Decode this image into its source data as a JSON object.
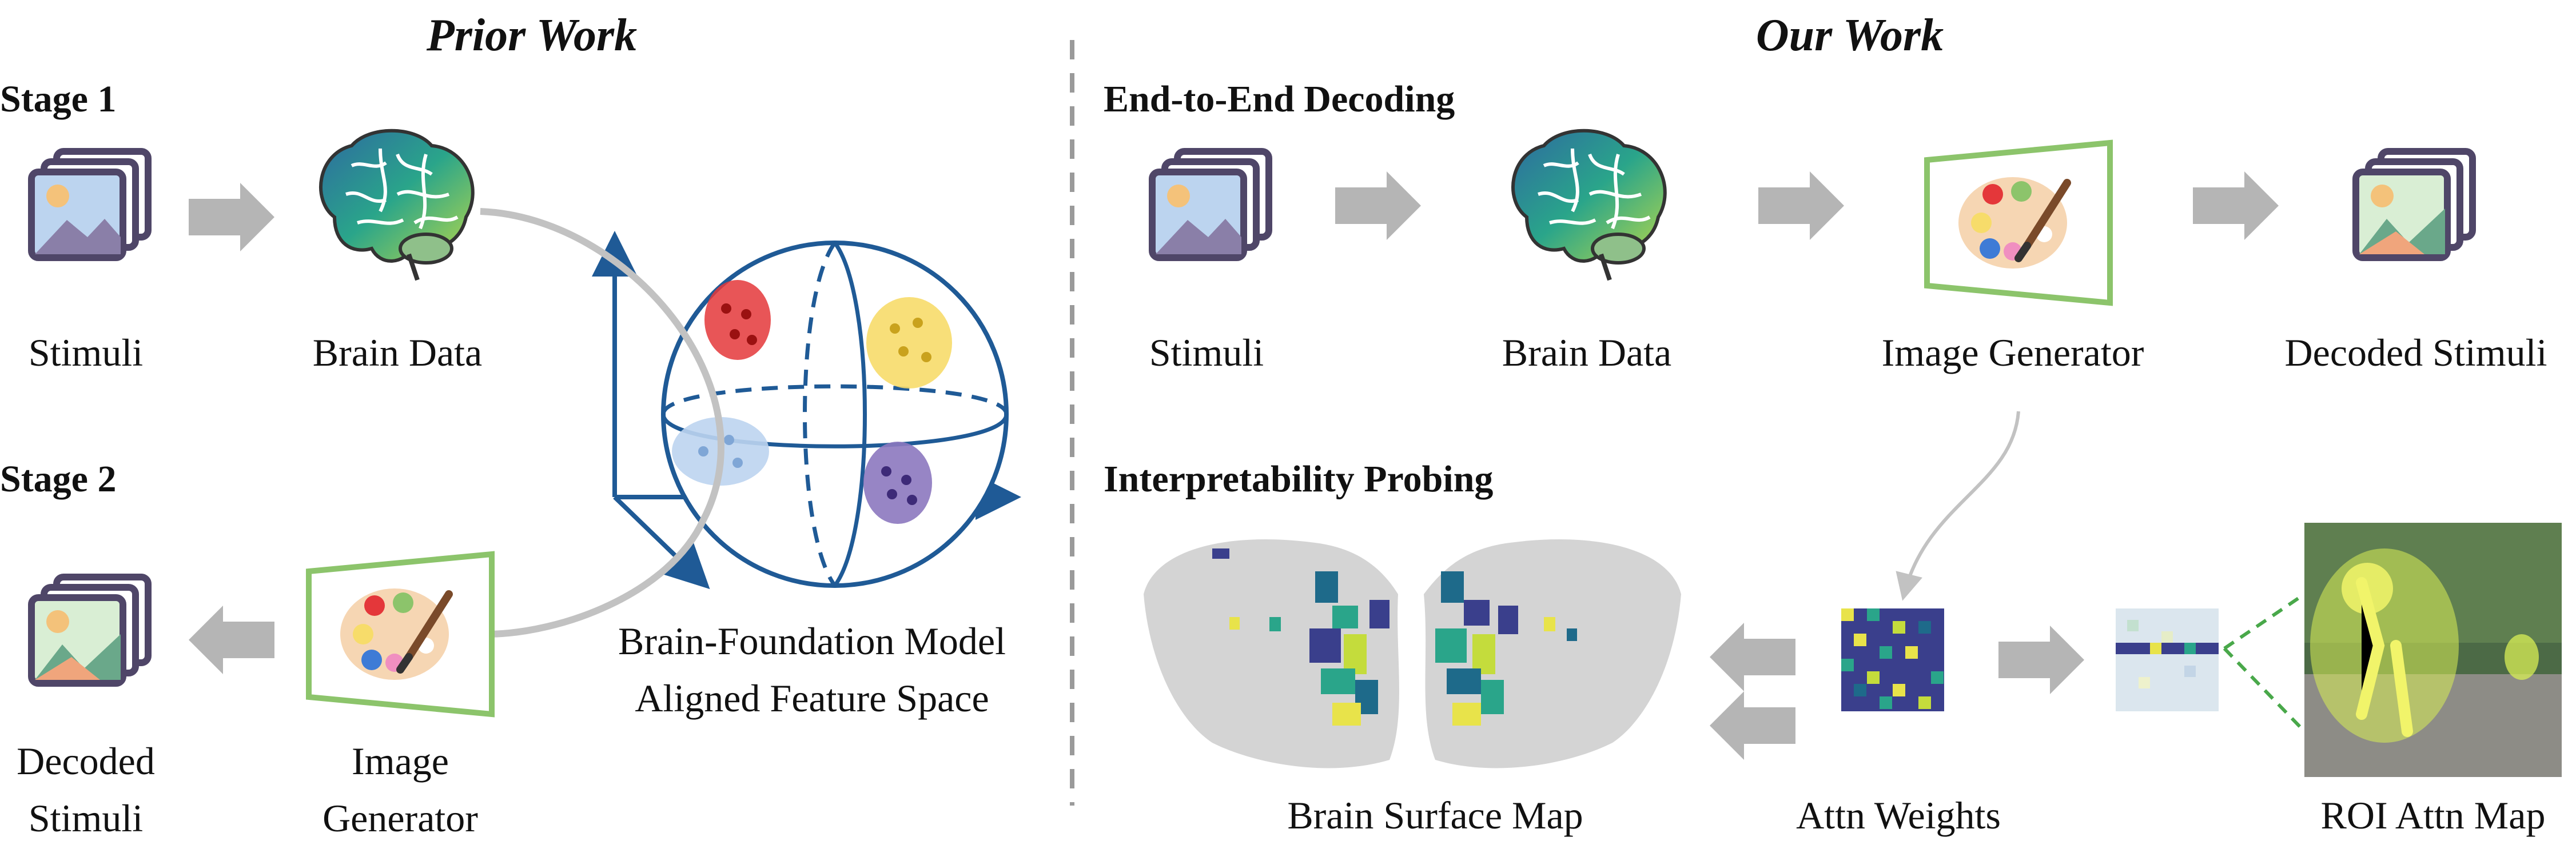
{
  "prior": {
    "title": "Prior Work",
    "stage1": "Stage 1",
    "stage2": "Stage 2",
    "stimuli": "Stimuli",
    "brain_data": "Brain Data",
    "decoded_line1": "Decoded",
    "decoded_line2": "Stimuli",
    "generator_line1": "Image",
    "generator_line2": "Generator",
    "space_line1": "Brain-Foundation Model",
    "space_line2": "Aligned Feature Space"
  },
  "ours": {
    "title": "Our Work",
    "e2e_heading": "End-to-End Decoding",
    "stimuli": "Stimuli",
    "brain_data": "Brain Data",
    "generator": "Image Generator",
    "decoded": "Decoded Stimuli",
    "probing_heading": "Interpretability Probing",
    "surface_map": "Brain Surface Map",
    "attn_weights": "Attn Weights",
    "roi_map": "ROI Attn Map"
  },
  "colors": {
    "text": "#111111",
    "arrow_gray": "#b5b5b5",
    "axis_blue": "#1f5a96",
    "frame_purple": "#4f4668",
    "generator_green": "#8cc46b",
    "cluster_red": "#e4373a",
    "cluster_yellow": "#f7dc6a",
    "cluster_lightblue": "#bcd4ef",
    "cluster_purple": "#8c78bf"
  },
  "icons": [
    "image-stack-icon",
    "brain-icon",
    "palette-icon",
    "feature-sphere-icon",
    "attention-grid-icon",
    "brain-surface-icon",
    "roi-photo-icon"
  ]
}
